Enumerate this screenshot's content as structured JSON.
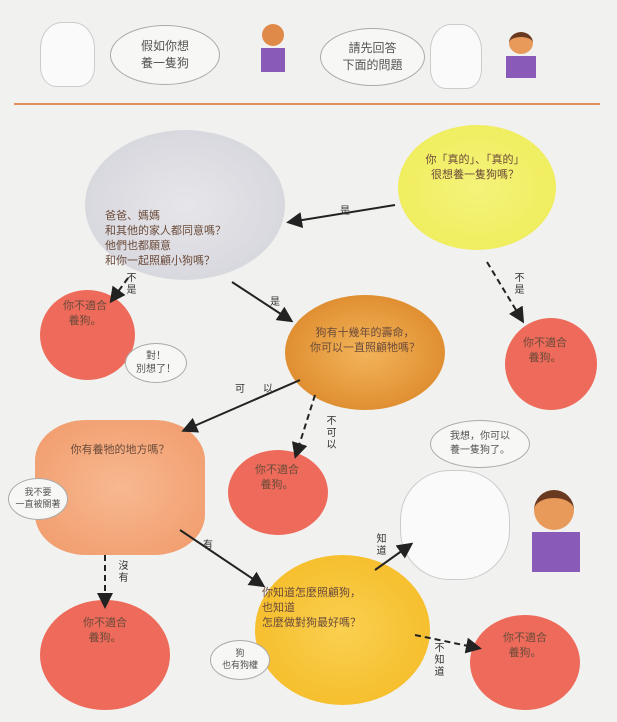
{
  "header": {
    "bubble_left": "假如你想\n養一隻狗",
    "bubble_right": "請先回答\n下面的問題"
  },
  "questions": {
    "q1": "你「真的」、「真的」\n很想養一隻狗嗎？",
    "q2": "爸爸、媽媽\n和其他的家人都同意嗎？\n他們也都願意\n和你一起照顧小狗嗎？",
    "q3": "狗有十幾年的壽命，\n你可以一直照顧牠嗎？",
    "q4": "你有養牠的地方嗎？",
    "q5": "你知道怎麼照顧狗，\n也知道\n怎麼做對狗最好嗎？"
  },
  "result_no": "你不適合\n養狗。",
  "speech": {
    "forget_it": "對！\n別想了！",
    "not_locked": "我不要\n一直被關著",
    "dog_rights": "狗\n也有狗權",
    "final": "我想，你可以\n養一隻狗了。"
  },
  "labels": {
    "yes": "是",
    "no": "不是",
    "can": "可以",
    "cannot": "不可以",
    "have": "有",
    "have_not": "沒有",
    "know": "知道",
    "dont_know": "不知道"
  },
  "colors": {
    "yellow": "#f2f06a",
    "grey": "#d8d8de",
    "orange": "#e89a3a",
    "peach": "#f4a77a",
    "red": "#ee6a5a",
    "divider": "#e0925a"
  }
}
